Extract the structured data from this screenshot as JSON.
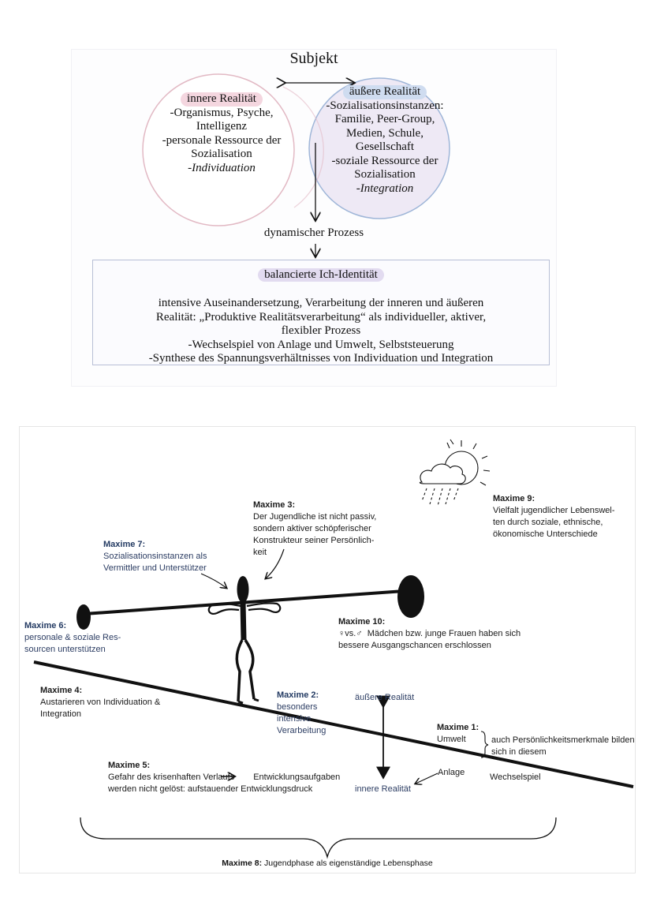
{
  "top_diagram": {
    "title": "Subjekt",
    "inner": {
      "heading": "innere Realität",
      "lines": [
        "-Organismus, Psyche,",
        "Intelligenz",
        "-personale Ressource der",
        "Sozialisation"
      ],
      "emphasis": "-Individuation"
    },
    "outer": {
      "heading": "äußere Realität",
      "lines": [
        "-Sozialisationsinstanzen:",
        "Familie, Peer-Group,",
        "Medien, Schule,",
        "Gesellschaft",
        "-soziale Ressource der",
        "Sozialisation"
      ],
      "emphasis": "-Integration"
    },
    "process": "dynamischer Prozess",
    "identity": {
      "heading": "balancierte Ich-Identität",
      "lines": [
        "intensive Auseinandersetzung, Verarbeitung der inneren und äußeren",
        "Realität: „Produktive Realitätsverarbeitung“ als individueller, aktiver,",
        "flexibler Prozess",
        "-Wechselspiel von Anlage und Umwelt, Selbststeuerung",
        "-Synthese des Spannungsverhältnisses von Individuation und Integration"
      ]
    },
    "colors": {
      "inner_circle": "#e2b9c4",
      "outer_circle": "#9fb6d8",
      "overlap": "#ebe6f4"
    }
  },
  "bottom_diagram": {
    "maxime3": {
      "title": "Maxime 3:",
      "lines": [
        "Der Jugendliche ist nicht passiv,",
        "sondern aktiver schöpferischer",
        "Konstrukteur seiner Persönlich-",
        "keit"
      ]
    },
    "maxime7": {
      "title": "Maxime 7:",
      "lines": [
        "Sozialisationsinstanzen als",
        "Vermittler und Unterstützer"
      ]
    },
    "maxime9": {
      "title": "Maxime 9:",
      "lines": [
        "Vielfalt jugendlicher Lebenswel-",
        "ten durch soziale, ethnische,",
        "ökonomische Unterschiede"
      ]
    },
    "maxime6": {
      "title": "Maxime 6:",
      "lines": [
        "personale & soziale Res-",
        "sourcen unterstützen"
      ]
    },
    "maxime10": {
      "title": "Maxime 10:",
      "symbols": "♀vs.♂",
      "lines": [
        "Mädchen bzw. junge Frauen haben sich",
        "bessere Ausgangschancen erschlossen"
      ]
    },
    "maxime4": {
      "title": "Maxime 4:",
      "lines": [
        "Austarieren von Individuation &",
        "Integration"
      ]
    },
    "maxime2": {
      "title": "Maxime 2:",
      "lines": [
        "besonders",
        "intensive",
        "Verarbeitung"
      ]
    },
    "outer_reality": "äußere Realität",
    "inner_reality": "innere Realität",
    "maxime1": {
      "title": "Maxime 1:",
      "umwelt": "Umwelt",
      "anlage": "Anlage",
      "note_lines": [
        "auch Persönlichkeitsmerkmale bilden",
        "sich in diesem"
      ],
      "wechselspiel": "Wechselspiel"
    },
    "maxime5": {
      "title": "Maxime 5:",
      "line1_a": "Gefahr des krisenhaften Verlaufs",
      "line1_b": "Entwicklungsaufgaben",
      "line2": "werden nicht gelöst: aufstauender Entwicklungsdruck"
    },
    "maxime8": {
      "title": "Maxime 8:",
      "text": "Jugendphase als eigenständige Lebensphase"
    },
    "colors": {
      "accent_blue": "#2c3d63",
      "ink": "#111111"
    }
  }
}
